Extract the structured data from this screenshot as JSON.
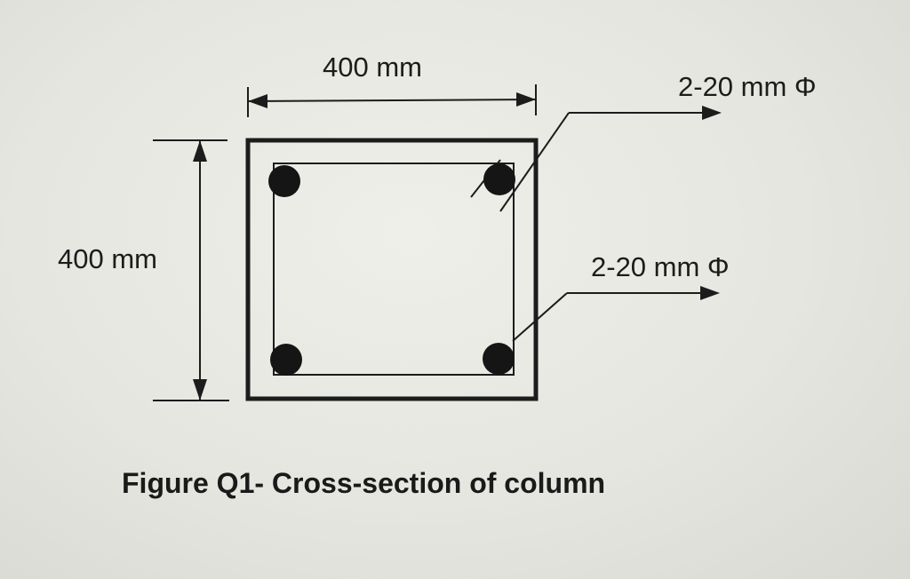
{
  "dimensions": {
    "width_label": "400 mm",
    "height_label": "400 mm"
  },
  "callouts": {
    "top_bars": "2-20 mm Φ",
    "bottom_bars": "2-20 mm Φ"
  },
  "caption": "Figure Q1- Cross-section of column",
  "colors": {
    "ink": "#1c1c1c",
    "paper": "#e6e6e1"
  }
}
